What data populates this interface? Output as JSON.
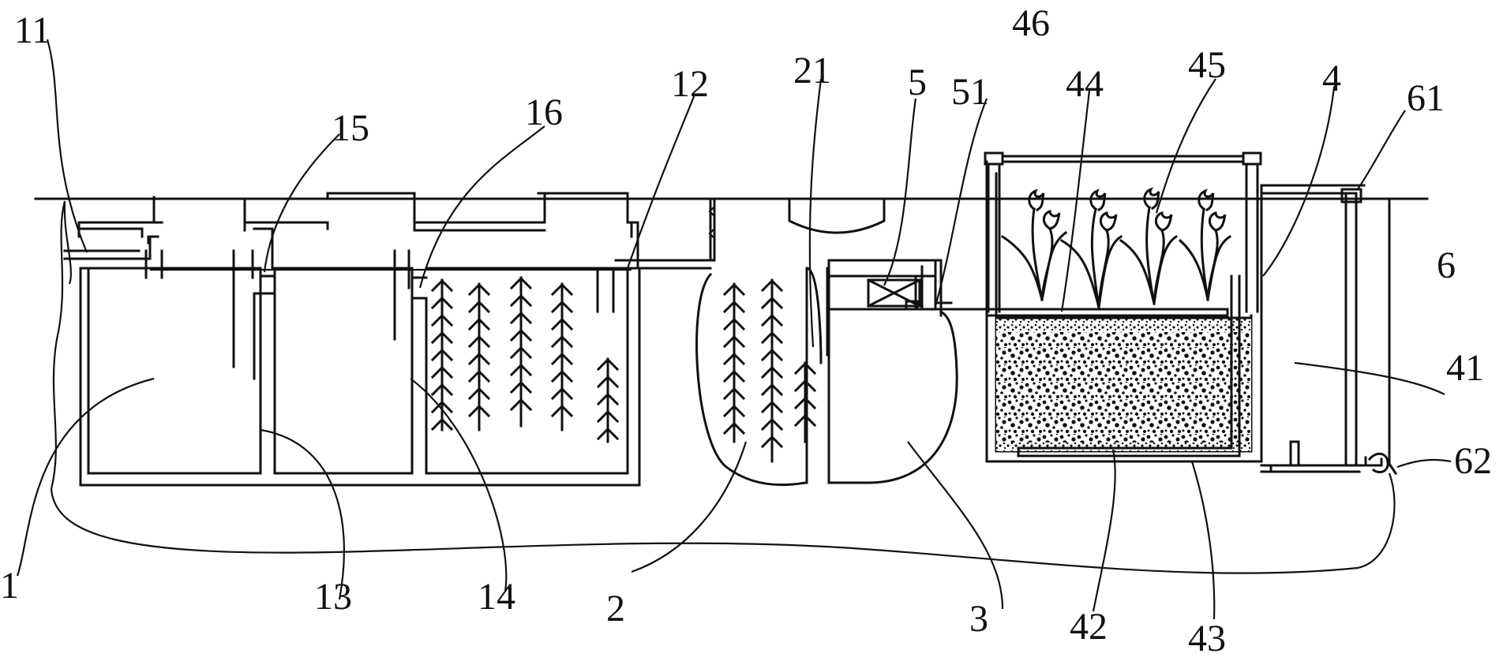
{
  "figure": {
    "labels": {
      "l1": "1",
      "l11": "11",
      "l12": "12",
      "l13": "13",
      "l14": "14",
      "l15": "15",
      "l16": "16",
      "l2": "2",
      "l21": "21",
      "l3": "3",
      "l4": "4",
      "l41": "41",
      "l42": "42",
      "l43": "43",
      "l44": "44",
      "l45": "45",
      "l46": "46",
      "l5": "5",
      "l51": "51",
      "l6": "6",
      "l61": "61",
      "l62": "62"
    }
  }
}
